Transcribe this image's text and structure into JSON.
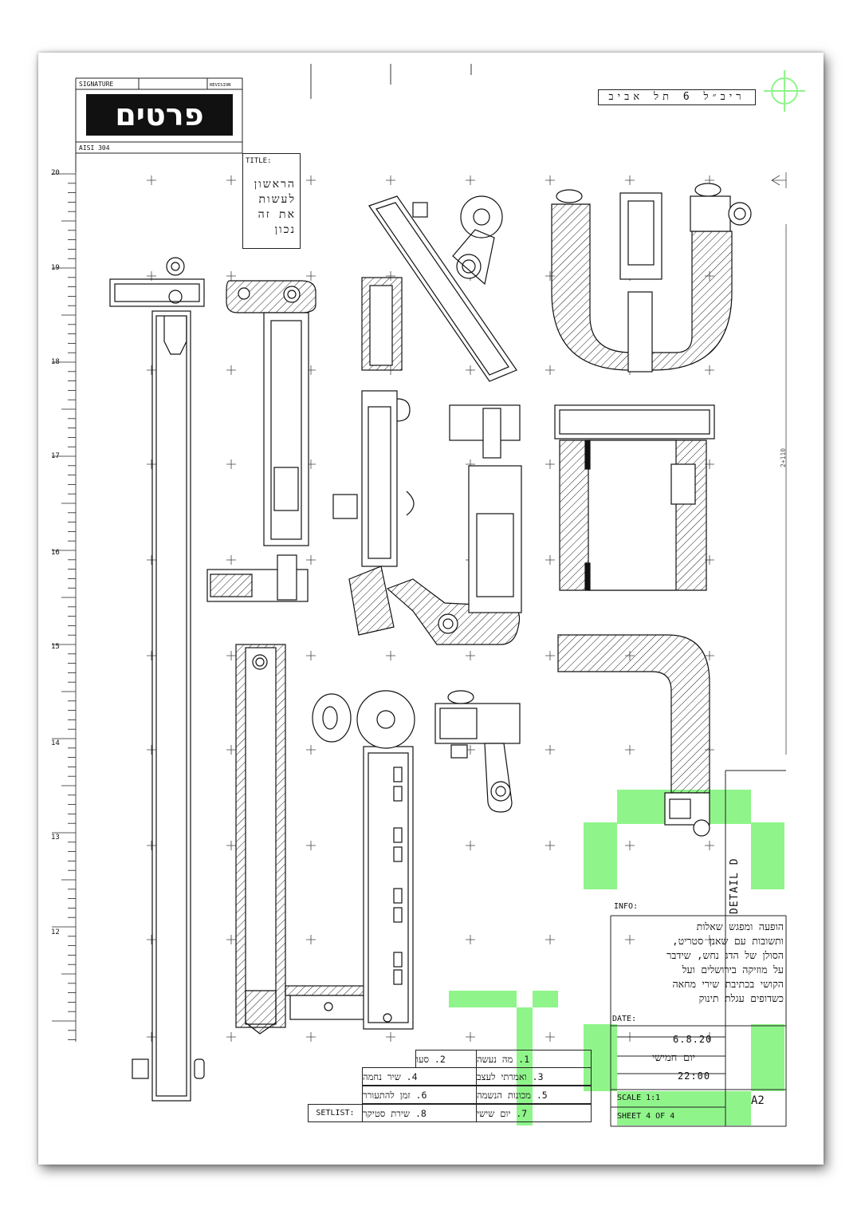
{
  "header": {
    "signature_label": "SIGNATURE",
    "revision_label": "REVISION",
    "logo_text": "פרטים",
    "material": "AISI 304",
    "address": "ריב״ל 6 תל אביב"
  },
  "title_block": {
    "label": "TITLE:",
    "lines": [
      "הראשון",
      "לעשות",
      "את זה",
      "נכון"
    ]
  },
  "ruler": {
    "numbers": [
      "20",
      "19",
      "18",
      "17",
      "16",
      "15",
      "14",
      "13",
      "12"
    ]
  },
  "dimension_label": "2+110",
  "detail_label": "DETAIL D",
  "info": {
    "label": "INFO:",
    "lines": [
      "הופעה ומפגש שאלות",
      "ותשובות עם שאנן סטריט,",
      "הסולן של הדג נחש, שידבר",
      "על מוזיקה בירושלים ועל",
      "הקושי בכתיבת שירי מחאה",
      "כשדופים עגלת תינוק"
    ]
  },
  "date_block": {
    "label": "DATE:",
    "date": "6.8.20",
    "day": "יום חמישי",
    "time": "22:00",
    "scale": "SCALE 1:1",
    "sheet": "SHEET 4 OF 4",
    "size": "A2"
  },
  "setlist": {
    "label": "SETLIST:",
    "items": [
      "1. מה נעשה",
      "2. סעו",
      "3. ואמרתי לעצב",
      "4. שיר נחמה",
      "5. מכונות הנשמה",
      "6. זמן להתעורר",
      "7. יום שישי",
      "8. שירת סטיקר"
    ]
  },
  "colors": {
    "accent_green": "#8ff58a",
    "line": "#111111",
    "shadow": "#555555"
  }
}
